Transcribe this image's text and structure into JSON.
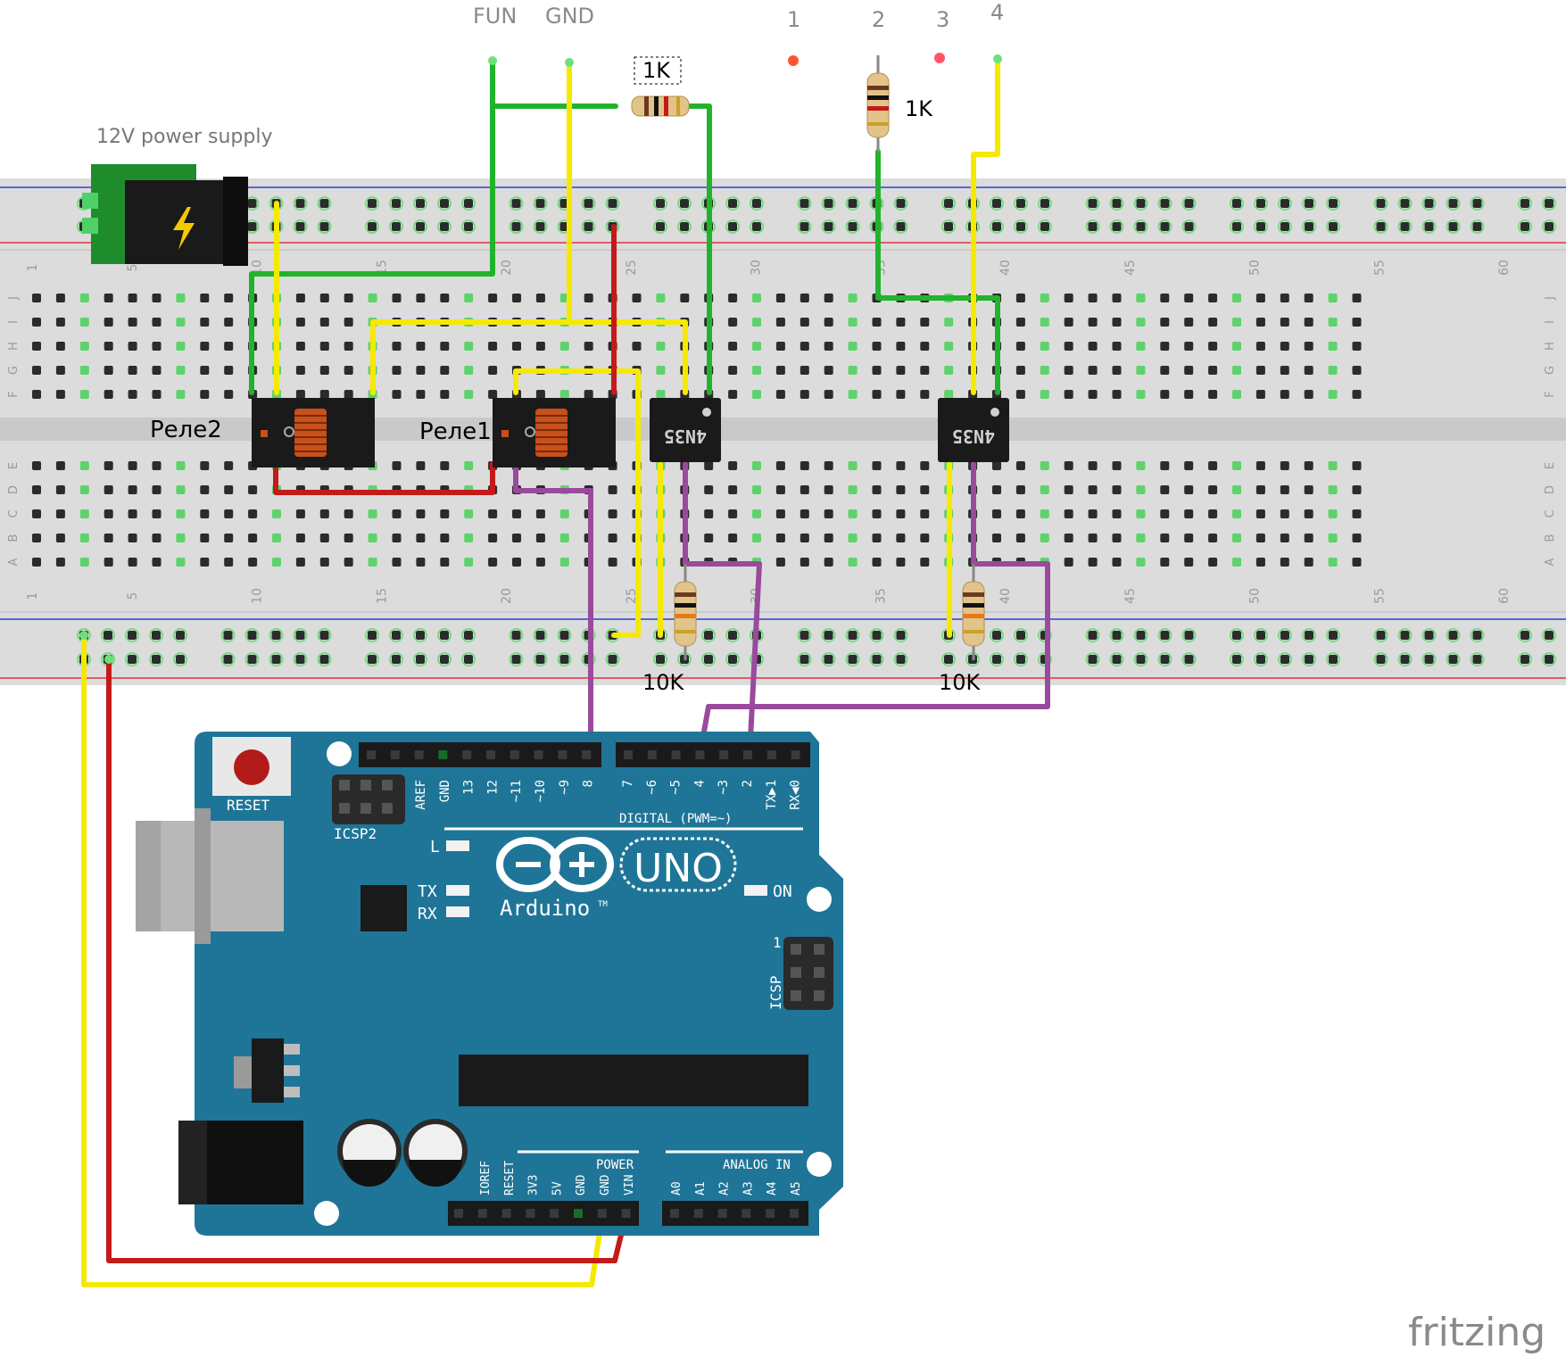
{
  "top_labels": {
    "fun": "FUN",
    "gnd": "GND"
  },
  "indicators": {
    "p1": "1",
    "p2": "2",
    "p3": "3",
    "p4": "4"
  },
  "resistors": {
    "r_top": "1K",
    "r_pin2": "1K",
    "r_pd1": "10K",
    "r_pd2": "10K"
  },
  "power_supply": {
    "label": "12V power supply"
  },
  "relays": {
    "relay2": "Реле2",
    "relay1": "Реле1"
  },
  "optocouplers": {
    "chip1": "4N35",
    "chip2": "4N35"
  },
  "breadboard": {
    "col_numbers": [
      "1",
      "5",
      "10",
      "15",
      "20",
      "25",
      "30",
      "35",
      "40",
      "45",
      "50",
      "55",
      "60"
    ],
    "row_letters_top": [
      "J",
      "I",
      "H",
      "G",
      "F"
    ],
    "row_letters_bottom": [
      "E",
      "D",
      "C",
      "B",
      "A"
    ]
  },
  "arduino": {
    "reset": "RESET",
    "icsp2": "ICSP2",
    "icsp": "ICSP",
    "icsp_pin1": "1",
    "digital_header": "DIGITAL (PWM=~)",
    "pins_left": [
      "AREF",
      "GND",
      "13",
      "12",
      "~11",
      "~10",
      "~9",
      "8"
    ],
    "pins_right": [
      "7",
      "~6",
      "~5",
      "4",
      "~3",
      "2",
      "TX▶1",
      "RX◀0"
    ],
    "led_l": "L",
    "led_tx": "TX",
    "led_rx": "RX",
    "led_on": "ON",
    "logo_uno": "UNO",
    "logo_brand": "Arduino",
    "logo_tm": "TM",
    "power_header": "POWER",
    "power_pins": [
      "IOREF",
      "RESET",
      "3V3",
      "5V",
      "GND",
      "GND",
      "VIN"
    ],
    "analog_header": "ANALOG IN",
    "analog_pins": [
      "A0",
      "A1",
      "A2",
      "A3",
      "A4",
      "A5"
    ]
  },
  "watermark": "fritzing",
  "colors": {
    "wire_green": "#22b32c",
    "wire_yellow": "#f5e900",
    "wire_red": "#c41a1a",
    "wire_purple": "#9a4a9c",
    "breadboard": "#dcdcdc",
    "board_teal": "#1f7597",
    "rail_blue": "#2b3fd0",
    "rail_red": "#e0333b"
  }
}
